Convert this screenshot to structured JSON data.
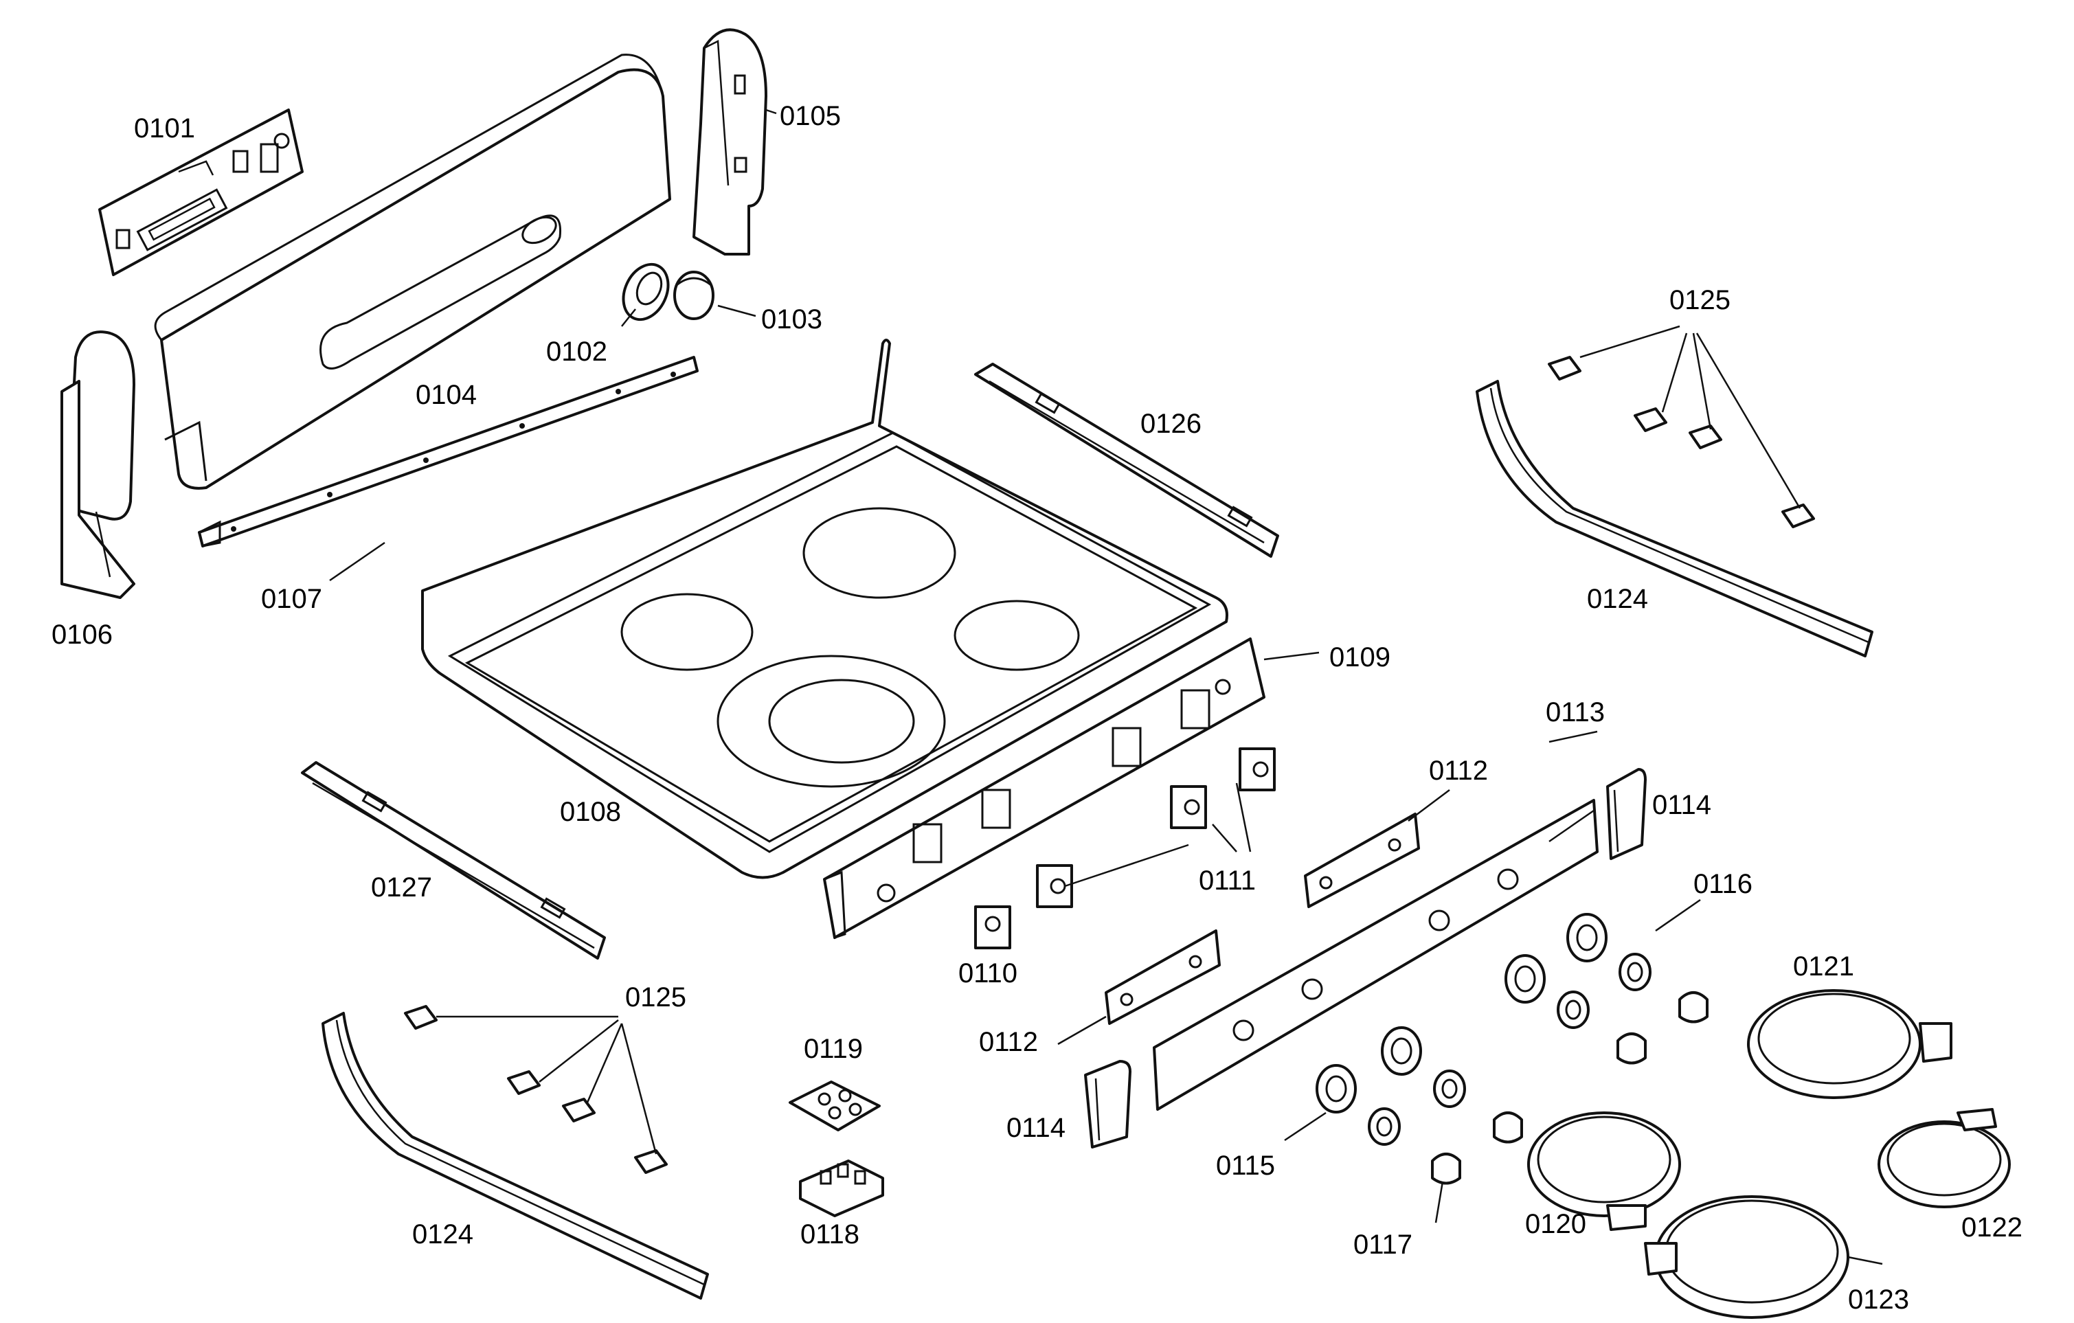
{
  "labels": {
    "p0101": "0101",
    "p0102": "0102",
    "p0103": "0103",
    "p0104": "0104",
    "p0105": "0105",
    "p0106": "0106",
    "p0107": "0107",
    "p0108": "0108",
    "p0109": "0109",
    "p0110": "0110",
    "p0111": "0111",
    "p0112a": "0112",
    "p0112b": "0112",
    "p0113": "0113",
    "p0114a": "0114",
    "p0114b": "0114",
    "p0115": "0115",
    "p0116": "0116",
    "p0117": "0117",
    "p0118": "0118",
    "p0119": "0119",
    "p0120": "0120",
    "p0121": "0121",
    "p0122": "0122",
    "p0123": "0123",
    "p0124a": "0124",
    "p0124b": "0124",
    "p0125a": "0125",
    "p0125b": "0125",
    "p0126": "0126",
    "p0127": "0127"
  }
}
